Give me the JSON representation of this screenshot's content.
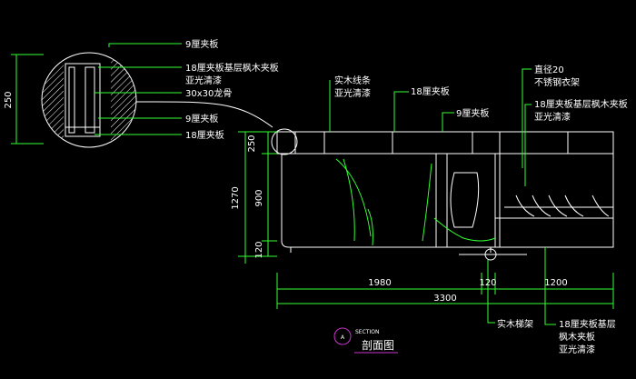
{
  "colors": {
    "background": "#000000",
    "outline": "#ffffff",
    "leader": "#33ff33",
    "dimension": "#33ff33",
    "hatch": "#ffffff",
    "title_underline": "#cc33cc"
  },
  "detail_labels": [
    "9厘夹板",
    "18厘夹板基层枫木夹板",
    "亚光清漆",
    "30x30龙骨",
    "9厘夹板",
    "18厘夹板"
  ],
  "section_labels": {
    "trim": [
      "实木线条",
      "亚光清漆"
    ],
    "plywood_18": "18厘夹板",
    "plywood_9": "9厘夹板",
    "rail": [
      "直径20",
      "不锈钢衣架"
    ],
    "veneer": [
      "18厘夹板基层枫木夹板",
      "亚光清漆"
    ],
    "wood_frame": "实木梯架",
    "bottom_veneer": [
      "18厘夹板基层",
      "枫木夹板",
      "亚光清漆"
    ]
  },
  "dimensions": {
    "detail_height": "250",
    "top": "250",
    "total_height": "1270",
    "middle": "900",
    "bottom": "120",
    "width_left": "1980",
    "width_mid": "120",
    "width_right": "1200",
    "width_total": "3300"
  },
  "title": {
    "marker": "A",
    "section_en": "SECTION",
    "section_cn": "剖面图"
  }
}
